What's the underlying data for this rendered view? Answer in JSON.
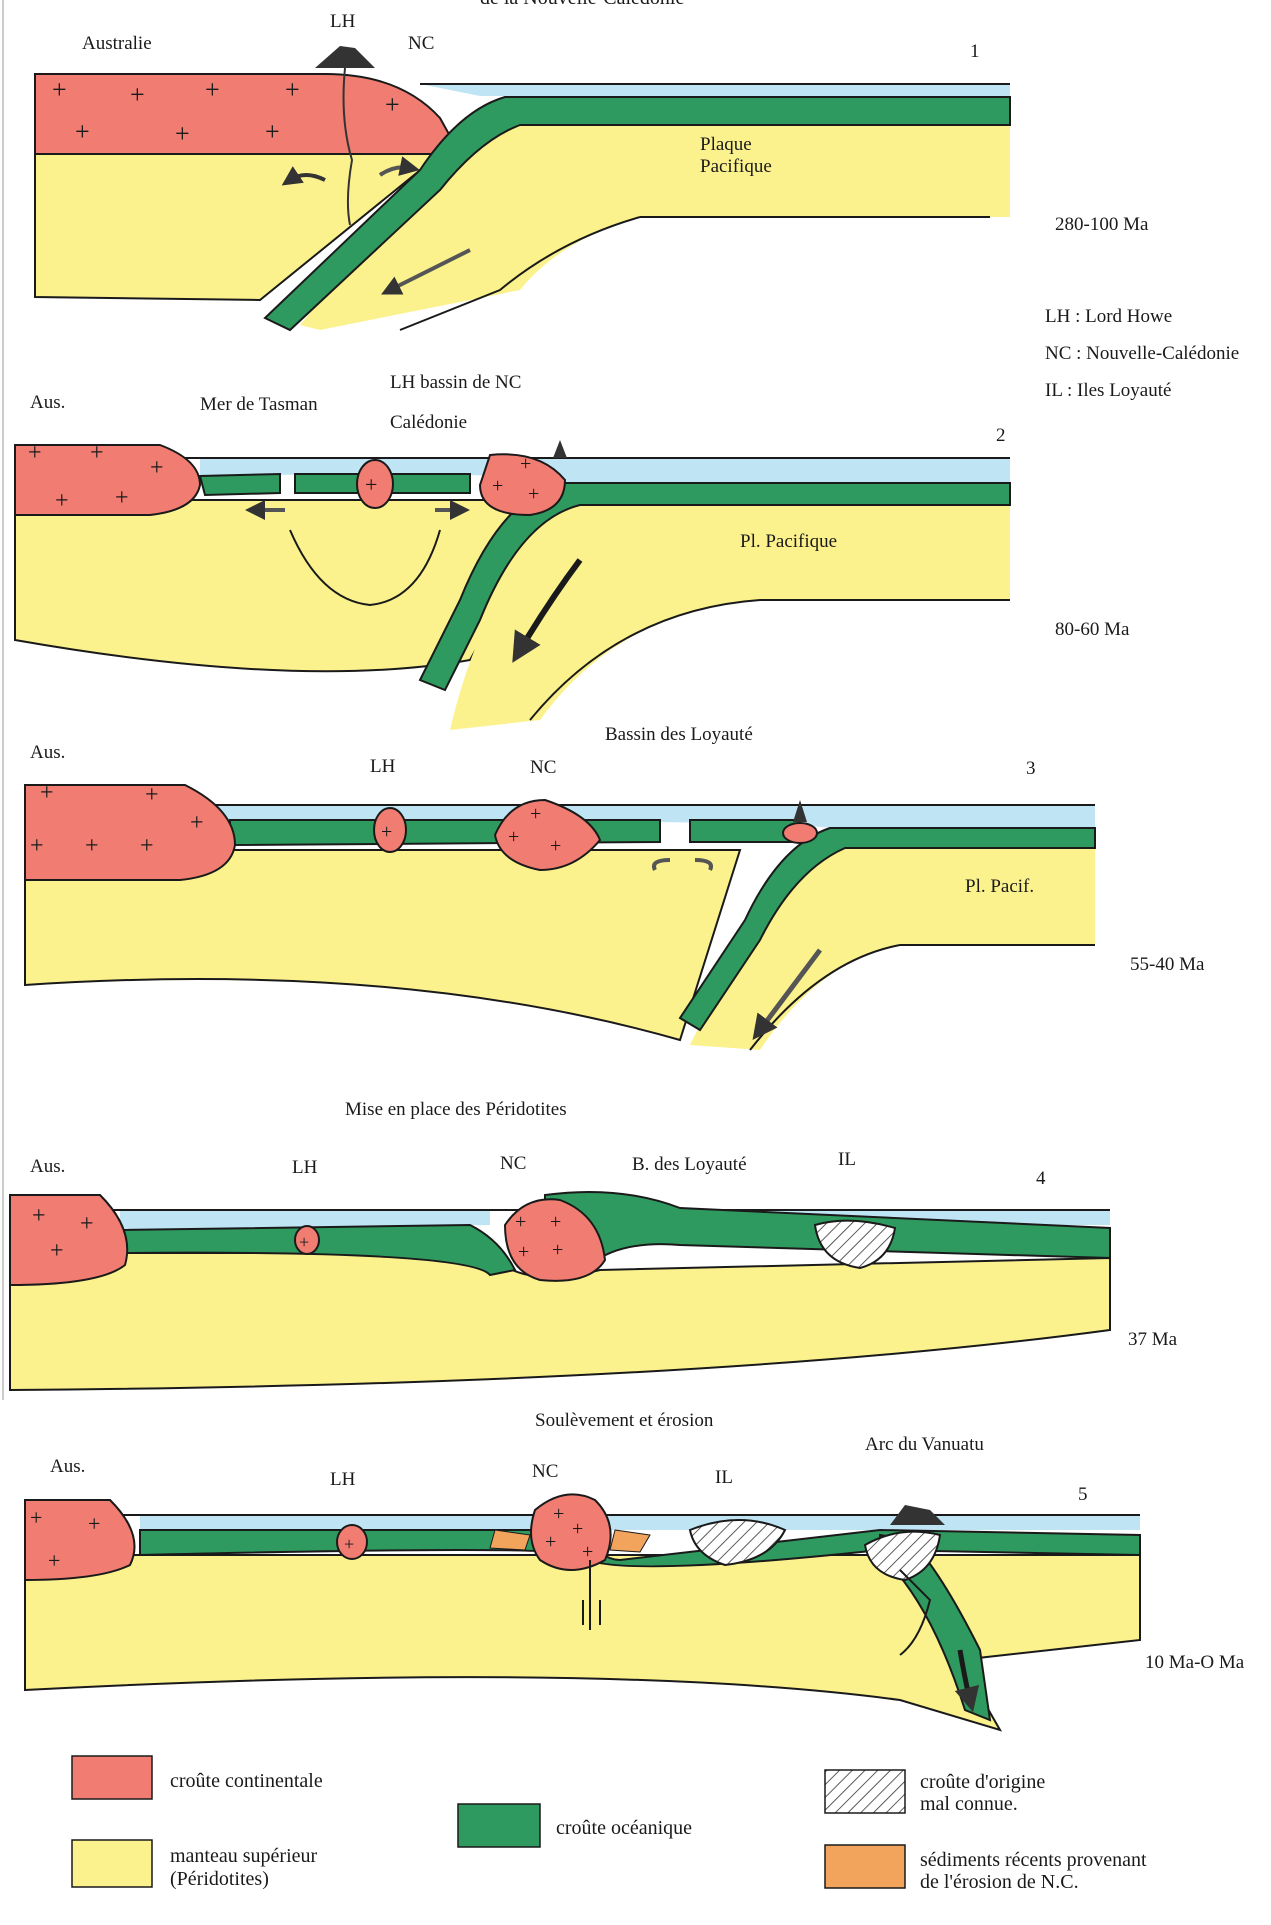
{
  "header_partial": "de la Nouvelle-Calédonie",
  "colors": {
    "continental_crust": "#f07c72",
    "upper_mantle": "#fbf28e",
    "oceanic_crust": "#2f9a5f",
    "sea": "#bfe5f5",
    "sediments": "#f2a35c",
    "line": "#1a1a1a"
  },
  "key": [
    "LH : Lord Howe",
    "NC : Nouvelle-Calédonie",
    "IL : Iles Loyauté"
  ],
  "panels": [
    {
      "number": "1",
      "age": "280-100 Ma",
      "labels": [
        "Australie",
        "LH",
        "NC",
        "Plaque",
        "Pacifique"
      ]
    },
    {
      "number": "2",
      "age": "80-60 Ma",
      "labels": [
        "Aus.",
        "Mer de Tasman",
        "LH bassin de NC",
        "Calédonie",
        "Pl. Pacifique"
      ]
    },
    {
      "number": "3",
      "age": "55-40 Ma",
      "title": "Bassin des Loyauté",
      "labels": [
        "Aus.",
        "LH",
        "NC",
        "Pl. Pacif."
      ]
    },
    {
      "number": "4",
      "age": "37 Ma",
      "title": "Mise en place des Péridotites",
      "labels": [
        "Aus.",
        "LH",
        "NC",
        "B. des Loyauté",
        "IL"
      ]
    },
    {
      "number": "5",
      "age": "10 Ma-O Ma",
      "title": "Soulèvement et érosion",
      "labels": [
        "Aus.",
        "LH",
        "NC",
        "IL",
        "Arc du Vanuatu"
      ]
    }
  ],
  "legend": [
    {
      "id": "continental",
      "label": "croûte continentale"
    },
    {
      "id": "mantle",
      "label": "manteau supérieur",
      "label2": "(Péridotites)"
    },
    {
      "id": "oceanic",
      "label": "croûte océanique"
    },
    {
      "id": "unknown",
      "label": "croûte d'origine",
      "label2": "mal connue."
    },
    {
      "id": "sediments",
      "label": "sédiments récents provenant",
      "label2": "de l'érosion de N.C."
    }
  ]
}
